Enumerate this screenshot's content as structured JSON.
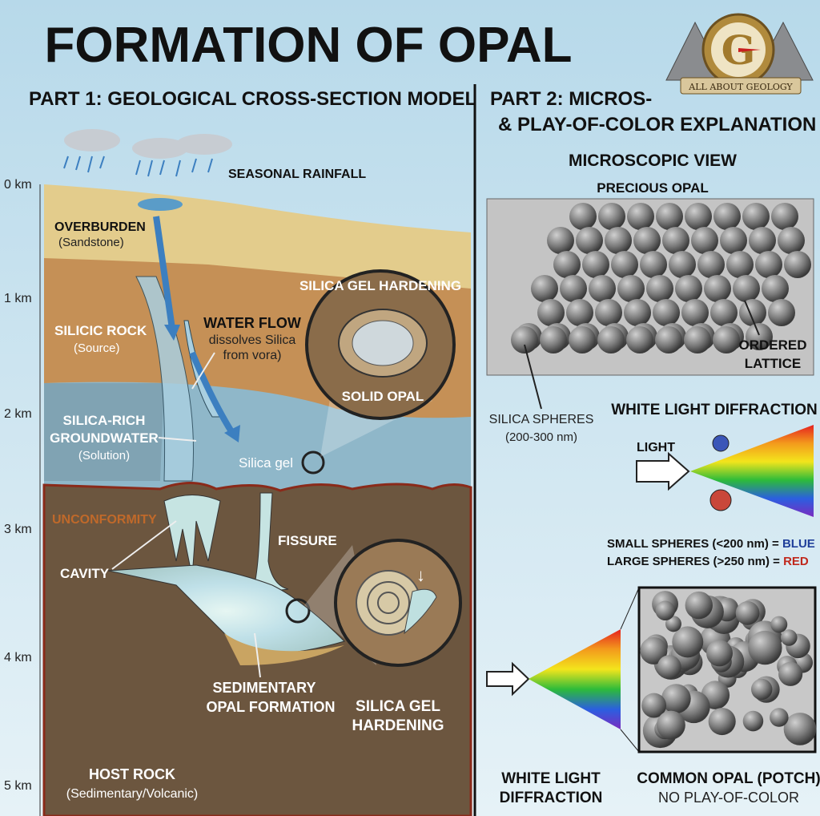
{
  "title": "FORMATION OF OPAL",
  "logo": {
    "text": "ALL ABOUT GEOLOGY",
    "letter": "G"
  },
  "part1": {
    "heading": "PART 1: GEOLOGICAL CROSS-SECTION MODEL",
    "depth_labels": [
      "0 km",
      "1 km",
      "2 km",
      "3 km",
      "4 km",
      "5 km"
    ],
    "rainfall": "SEASONAL RAINFALL",
    "overburden": {
      "title": "OVERBURDEN",
      "sub": "(Sandstone)"
    },
    "silicic_rock": {
      "title": "SILICIC ROCK",
      "sub": "(Source)"
    },
    "water_flow": {
      "title": "WATER FLOW",
      "line1": "dissolves Silica",
      "line2": "from vora)"
    },
    "groundwater": {
      "line1": "SILICA-RICH",
      "line2": "GROUNDWATER",
      "sub": "(Solution)"
    },
    "silica_gel": "Silica gel",
    "inset1": {
      "top": "SILICA GEL HARDENING",
      "bottom": "SOLID OPAL"
    },
    "unconformity": "UNCONFORMITY",
    "fissure": "FISSURE",
    "cavity": "CAVITY",
    "sedimentary": {
      "line1": "SEDIMENTARY",
      "line2": "OPAL FORMATION"
    },
    "hardening": {
      "line1": "SILICA GEL",
      "line2": "HARDENING"
    },
    "host_rock": {
      "title": "HOST ROCK",
      "sub": "(Sedimentary/Volcanic)"
    }
  },
  "part2": {
    "heading_line1": "PART 2: MICROS-",
    "heading_line2": "& PLAY-OF-COLOR EXPLANATION",
    "micro_title": "MICROSCOPIC VIEW",
    "micro_sub": "PRECIOUS OPAL",
    "ordered_lattice": {
      "line1": "ORDERED",
      "line2": "LATTICE"
    },
    "silica_spheres": {
      "line1": "SILICA SPHERES",
      "line2": "(200-300 nm)"
    },
    "diffraction_title": "WHITE LIGHT DIFFRACTION",
    "light": "LIGHT",
    "small_spheres": {
      "text": "SMALL SPHERES (<200 nm) = ",
      "color_word": "BLUE"
    },
    "large_spheres": {
      "text": "LARGE SPHERES (>250 nm) = ",
      "color_word": "RED"
    },
    "bottom_diffraction": {
      "line1": "WHITE LIGHT",
      "line2": "DIFFRACTION"
    },
    "common_opal": {
      "title": "COMMON OPAL (POTCH)",
      "sub": "NO PLAY-OF-COLOR"
    }
  },
  "colors": {
    "blue": "#1f3f9a",
    "red": "#c0281c",
    "unconformity": "#c0692a"
  }
}
